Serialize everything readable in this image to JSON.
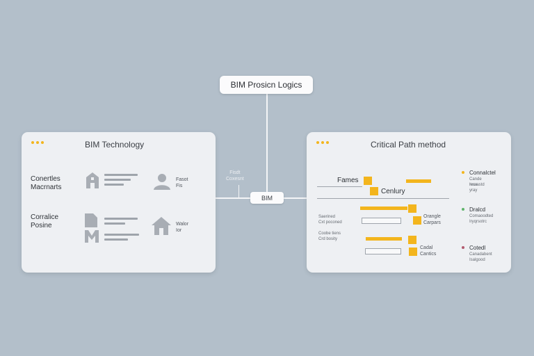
{
  "top_node": {
    "label": "BIM Prosicn Logics"
  },
  "middle_node": {
    "label": "BIM",
    "note_line1": "Fisdt",
    "note_line2": "Coxesnt"
  },
  "left_panel": {
    "title": "BIM Technology",
    "row1_label_line1": "Conertles",
    "row1_label_line2": "Macrnarts",
    "row2_label_line1": "Corralice",
    "row2_label_line2": "Posine",
    "user_caption_line1": "Fasot",
    "user_caption_line2": "Fis",
    "house_caption_line1": "Walor",
    "house_caption_line2": "Ior"
  },
  "right_panel": {
    "title": "Critical Path method",
    "row_frames": "Fames",
    "row_century": "Cenlury",
    "left_note1_line1": "Saerined",
    "left_note1_line2": "Cxt poconed",
    "left_note2_line1": "Coobe tiens",
    "left_note2_line2": "Crd bosity",
    "orange_label_line1": "Orangle",
    "orange_label_line2": "Carpars",
    "cadal_label_line1": "Cadal",
    "cadal_label_line2": "Cantics",
    "legend": [
      {
        "title": "Connalctel",
        "line1": "Cande recrastd",
        "line2": "Iesa yray",
        "color": "#f3b51d"
      },
      {
        "title": "Dralcd",
        "line1": "Comaoodted",
        "line2": "Iryqrsotrc",
        "color": "#5fb46a"
      },
      {
        "title": "Cotedl",
        "line1": "Canadabent",
        "line2": "Isalgood",
        "color": "#b25a6e"
      }
    ]
  }
}
